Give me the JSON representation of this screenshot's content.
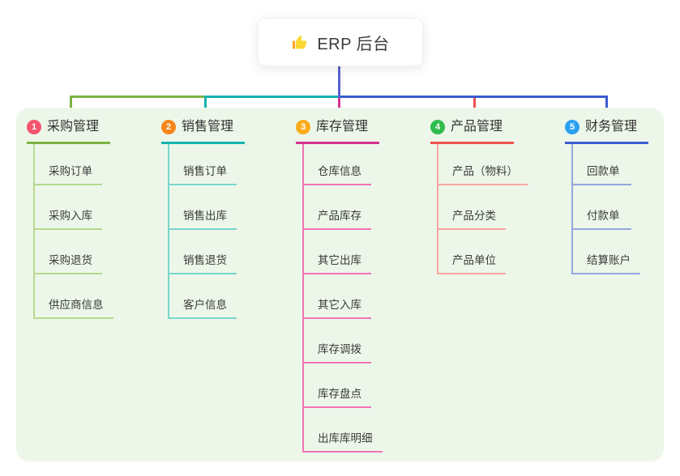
{
  "root": {
    "title": "ERP 后台",
    "icon": "thumbs-up-icon"
  },
  "colors": {
    "canvas_bg": "#ffffff",
    "panel_bg": "#edf7e9",
    "root_stub": "#5a62cf",
    "root_text": "#3a3a3a",
    "node_text": "#3a3a3a",
    "thumb_yellow": "#fdd835"
  },
  "branches": [
    {
      "badge": "1",
      "label": "采购管理",
      "badge_color": "#f4546e",
      "line_color": "#7cb342",
      "light_color": "#b5d98e",
      "children": [
        "采购订单",
        "采购入库",
        "采购退货",
        "供应商信息"
      ]
    },
    {
      "badge": "2",
      "label": "销售管理",
      "badge_color": "#f8861b",
      "line_color": "#15b3ae",
      "light_color": "#79d6ce",
      "children": [
        "销售订单",
        "销售出库",
        "销售退货",
        "客户信息"
      ]
    },
    {
      "badge": "3",
      "label": "库存管理",
      "badge_color": "#fbab1c",
      "line_color": "#d6338f",
      "light_color": "#f173b6",
      "children": [
        "仓库信息",
        "产品库存",
        "其它出库",
        "其它入库",
        "库存调拨",
        "库存盘点",
        "出库库明细"
      ]
    },
    {
      "badge": "4",
      "label": "产品管理",
      "badge_color": "#2fbd4f",
      "line_color": "#f0514d",
      "light_color": "#f7a6a1",
      "children": [
        "产品（物料）",
        "产品分类",
        "产品单位"
      ]
    },
    {
      "badge": "5",
      "label": "财务管理",
      "badge_color": "#2aa2f2",
      "line_color": "#3c5bd0",
      "light_color": "#94a6dd",
      "children": [
        "回款单",
        "付款单",
        "结算账户"
      ]
    }
  ]
}
